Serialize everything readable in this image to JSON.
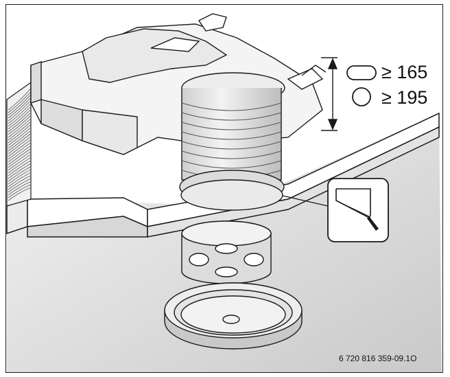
{
  "dimensions": {
    "oval_duct_min": "≥ 165",
    "round_duct_min": "≥ 195",
    "oval_icon": "oval-duct-icon",
    "round_icon": "round-duct-icon"
  },
  "caption": "6 720 816 359-09.1O",
  "tool_icon": "hacksaw-icon",
  "colors": {
    "outline": "#1a1a1a",
    "ceiling_gray": "#d9d9d9",
    "duct_light": "#e6e6e6",
    "shade": "#bdbdbd"
  }
}
